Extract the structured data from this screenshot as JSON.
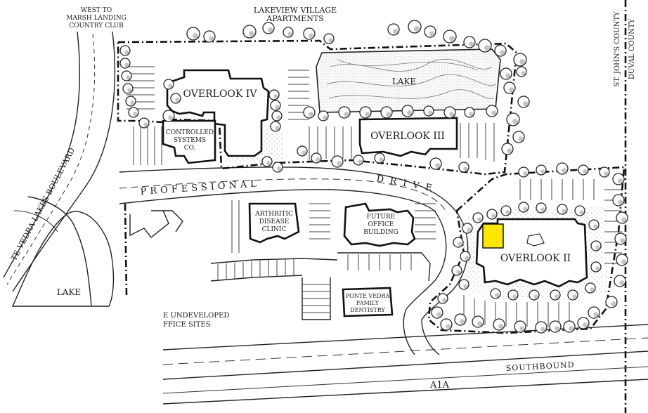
{
  "labels": {
    "west_to_marsh_1": "WEST TO",
    "west_to_marsh_2": "MARSH LANDING",
    "west_to_marsh_3": "COUNTRY CLUB",
    "lakeview_1": "LAKEVIEW VILLAGE",
    "lakeview_2": "APARTMENTS",
    "st_johns": "ST. JOHN'S COUNTY",
    "duval": "DUVAL COUNTY",
    "lake_north": "LAKE",
    "lake_west": "LAKE",
    "overlook_iv": "OVERLOOK IV",
    "overlook_iii": "OVERLOOK III",
    "overlook_ii": "OVERLOOK II",
    "controlled_1": "CONTROLLED",
    "controlled_2": "SYSTEMS",
    "controlled_3": "CO.",
    "arthritic_1": "ARTHRITIC",
    "arthritic_2": "DISEASE",
    "arthritic_3": "CLINIC",
    "future_1": "FUTURE",
    "future_2": "OFFICE",
    "future_3": "BUILDING",
    "pv_1": "PONTE VEDRA",
    "pv_2": "FAMILY",
    "pv_3": "DENTISTRY",
    "undeveloped_1": "E UNDEVELOPED",
    "undeveloped_2": "FFICE SITES",
    "professional": "PROFESSIONAL",
    "drive": "DRIVE",
    "pv_lakes_blvd": "TE VEDRA LAKES BOULEVARD",
    "a1a": "A1A",
    "southbound": "SOUTHBOUND"
  },
  "colors": {
    "highlight": "#ffe600",
    "ink": "#111111"
  }
}
